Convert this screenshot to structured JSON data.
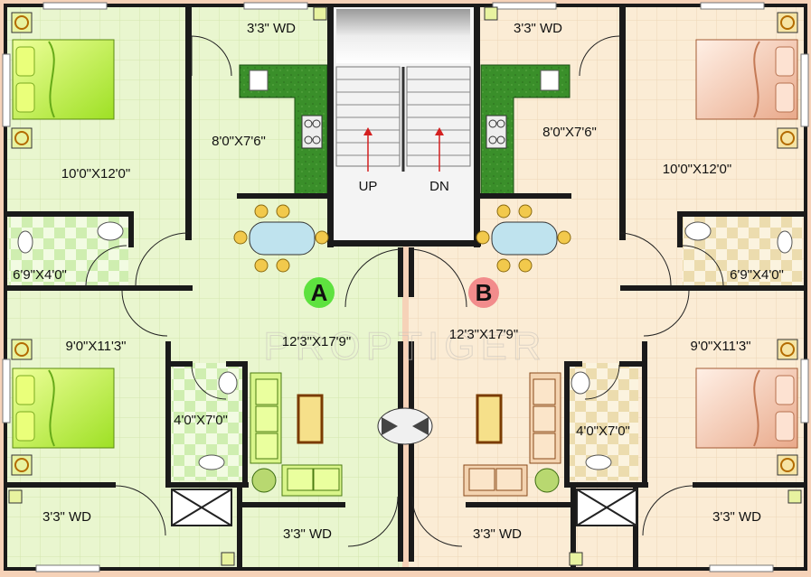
{
  "unit_a": {
    "badge": "A",
    "badge_color": "#5ee23f",
    "floor_color": "#e9f6cf",
    "bedroom1": "10'0\"X12'0\"",
    "wardrobe_top": "3'3\" WD",
    "kitchen": "8'0\"X7'6\"",
    "toilet1": "6'9\"X4'0\"",
    "bedroom2": "9'0\"X11'3\"",
    "wardrobe_bottom_left": "3'3\" WD",
    "toilet2": "4'0\"X7'0\"",
    "living": "12'3\"X17'9\"",
    "wardrobe_bottom": "3'3\" WD"
  },
  "unit_b": {
    "badge": "B",
    "badge_color": "#f28c8c",
    "floor_color": "#fbecd5",
    "bedroom1": "10'0\"X12'0\"",
    "wardrobe_top": "3'3\" WD",
    "kitchen": "8'0\"X7'6\"",
    "toilet1": "6'9\"X4'0\"",
    "bedroom2": "9'0\"X11'3\"",
    "wardrobe_bottom_right": "3'3\" WD",
    "toilet2": "4'0\"X7'0\"",
    "living": "12'3\"X17'9\"",
    "wardrobe_bottom": "3'3\" WD"
  },
  "stairs": {
    "up": "UP",
    "down": "DN"
  },
  "watermark": "PROPTIGER",
  "colors": {
    "wall": "#1a1a1a",
    "kitchen_counter": "#3a8f2a",
    "bed_a": "#c9f25a",
    "bed_b": "#f3c7ae",
    "table_glass": "#bfe3ee",
    "chair": "#f2c94c"
  }
}
